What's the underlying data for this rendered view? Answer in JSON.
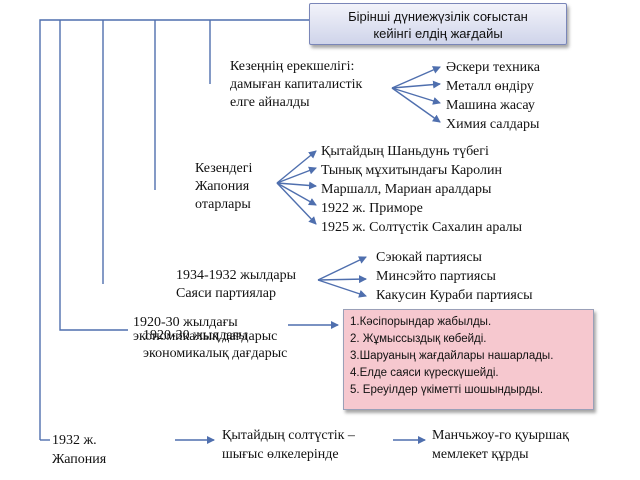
{
  "title": [
    "Бірінші дүниежүзілік соғыстан",
    "кейінгі елдің жағдайы"
  ],
  "features": {
    "label": [
      "Кезеңнің ерекшелігі:",
      "дамыған капиталистік",
      "елге айналды"
    ],
    "items": [
      "Әскери техника",
      "Металл өндіру",
      "Машина жасау",
      "Химия салдары"
    ]
  },
  "colonies": {
    "label": [
      "Кезендегі",
      "Жапония",
      "отарлары"
    ],
    "items": [
      "Қытайдың Шаньдунь түбегі",
      "Тынық мұхитындағы Каролин",
      "Маршалл, Мариан аралдары",
      "1922 ж. Приморе",
      "1925 ж. Солтүстік Сахалин аралы"
    ]
  },
  "parties": {
    "label": [
      "1934-1932 жылдары",
      "Саяси партиялар"
    ],
    "items": [
      "Сэюкай партиясы",
      "Минсэйто партиясы",
      "Какусин Кураби партиясы"
    ]
  },
  "crisis": {
    "label": [
      "1920-30 жылдағы",
      "экономикалық дағдарыс"
    ],
    "label_shadow": [
      "1920-30 жылдағы",
      "экономикалық дағдарыс"
    ],
    "results": [
      "1.Кәсіпорындар жабылды.",
      "2. Жұмыссыздық көбейді.",
      "3.Шаруаның жағдайлары нашарлады.",
      "4.Елде саяси күрескүшейді.",
      "5. Ереуілдер үкіметті шошындырды."
    ]
  },
  "year_1932": {
    "label": [
      "1932 ж.",
      "Жапония"
    ],
    "step1": [
      "Қытайдың солтүстік –",
      "шығыс өлкелерінде"
    ],
    "step2": [
      "Манчьжоу-го қуыршақ",
      "мемлекет құрды"
    ]
  },
  "colors": {
    "line": "#4f6fae",
    "title_bg": "#d6daee",
    "results_bg": "#f6c8cf"
  }
}
